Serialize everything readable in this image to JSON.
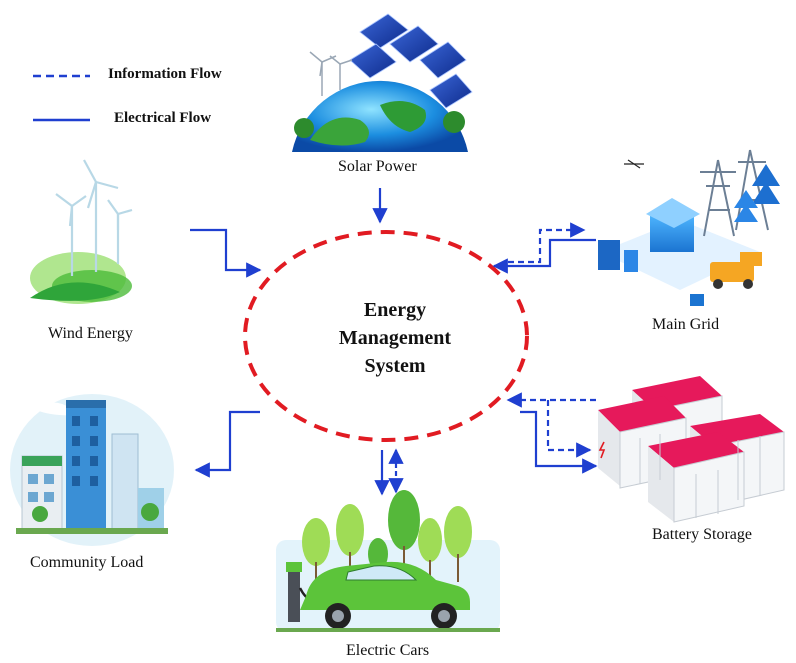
{
  "legend": {
    "information_flow": "Information Flow",
    "electrical_flow": "Electrical Flow"
  },
  "center": {
    "line1": "Energy",
    "line2": "Management",
    "line3": "System"
  },
  "nodes": {
    "solar": "Solar Power",
    "wind": "Wind Energy",
    "grid": "Main Grid",
    "community": "Community Load",
    "battery": "Battery Storage",
    "cars": "Electric Cars"
  },
  "colors": {
    "flow_blue": "#1f3fd0",
    "ring_red": "#e11b22",
    "roof_pink": "#e6195b",
    "car_green": "#5cc43a"
  },
  "icons": {
    "solar": "earth-with-solar-panels-icon",
    "wind": "wind-turbines-icon",
    "grid": "power-substation-icon",
    "community": "city-buildings-icon",
    "battery": "battery-racks-icon",
    "cars": "electric-car-charging-icon"
  }
}
